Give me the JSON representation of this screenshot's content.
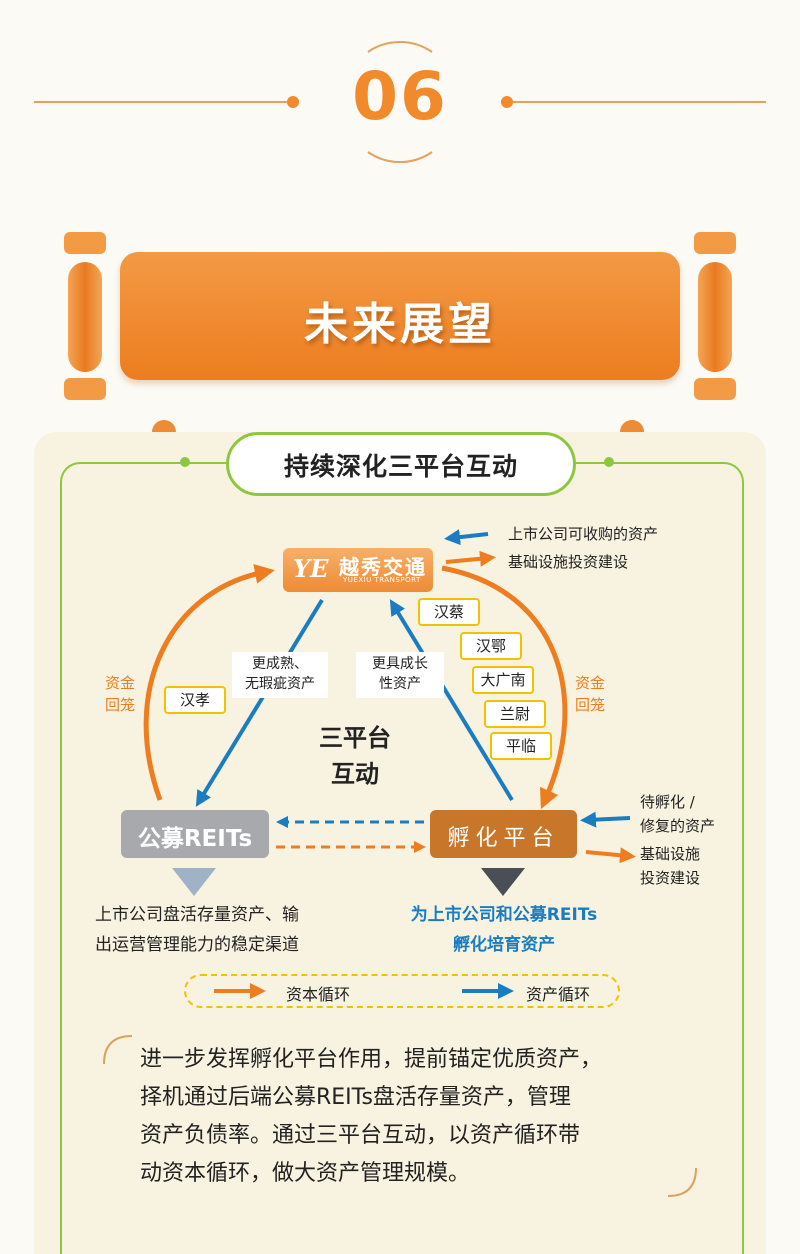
{
  "header": {
    "section_number": "06"
  },
  "banner": {
    "title": "未来展望"
  },
  "diagram": {
    "subtitle": "持续深化三平台互动",
    "logo": {
      "mark": "YE",
      "name_cn": "越秀交通",
      "name_en": "YUEXIU TRANSPORT"
    },
    "reits_node": "公募REITs",
    "incubation_node": "孵化平台",
    "center_label_line1": "三平台",
    "center_label_line2": "互动",
    "left_arrow_label": [
      "资金",
      "回笼"
    ],
    "right_arrow_label": [
      "资金",
      "回笼"
    ],
    "left_asset_label": [
      "更成熟、",
      "无瑕疵资产"
    ],
    "right_asset_label": [
      "更具成长",
      "性资产"
    ],
    "left_tags": [
      "汉孝"
    ],
    "right_tags": [
      "汉蔡",
      "汉鄂",
      "大广南",
      "兰尉",
      "平临"
    ],
    "top_annotations": [
      "上市公司可收购的资产",
      "基础设施投资建设"
    ],
    "right_annotations": {
      "in": [
        "待孵化 /",
        "修复的资产"
      ],
      "out": [
        "基础设施",
        "投资建设"
      ]
    },
    "reits_caption": [
      "上市公司盘活存量资产、输",
      "出运营管理能力的稳定渠道"
    ],
    "incubation_caption": [
      "为上市公司和公募REITs",
      "孵化培育资产"
    ],
    "legend": {
      "capital_cycle": "资本循环",
      "asset_cycle": "资产循环"
    },
    "colors": {
      "orange": "#ee7d1f",
      "blue": "#1a7cc1",
      "green": "#8dc63f",
      "yellow": "#f2c200"
    }
  },
  "summary": {
    "lines": [
      "进一步发挥孵化平台作用，提前锚定优质资产，",
      "择机通过后端公募REITs盘活存量资产，管理",
      "资产负债率。通过三平台互动，以资产循环带",
      "动资本循环，做大资产管理规模。"
    ]
  }
}
